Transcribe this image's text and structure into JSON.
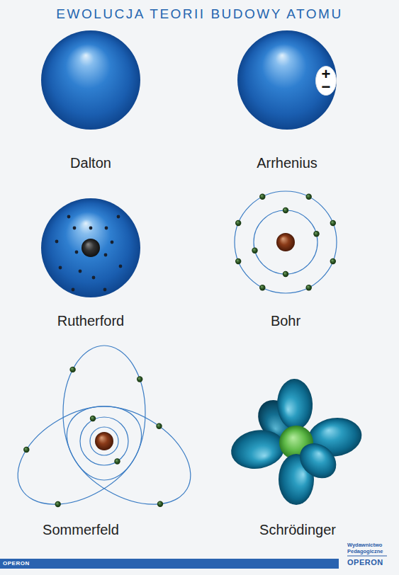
{
  "diagram": {
    "title": "EWOLUCJA TEORII BUDOWY ATOMU",
    "nodes": [
      {
        "text": [
          "Dalton"
        ]
      },
      {
        "text": [
          "Arrhenius"
        ]
      },
      {
        "text": [
          "+",
          "−"
        ],
        "in": 1
      },
      {
        "text": [
          "Rutherford"
        ]
      },
      {
        "text": [
          "Bohr"
        ]
      },
      {
        "text": [
          "Sommerfeld"
        ]
      },
      {
        "text": [
          "Schrödinger"
        ]
      }
    ],
    "labels": [
      "OPERON",
      "Wydawnictwo Pedagogiczne",
      "OPERON"
    ]
  }
}
